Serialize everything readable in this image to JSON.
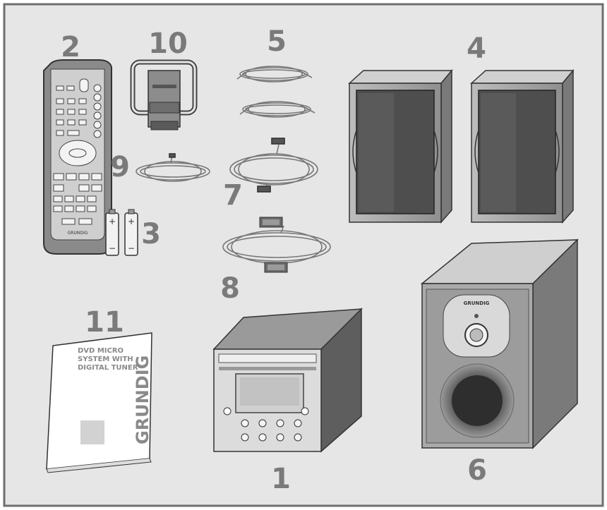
{
  "labels": {
    "n1": "1",
    "n2": "2",
    "n3": "3",
    "n4": "4",
    "n5": "5",
    "n6": "6",
    "n7": "7",
    "n8": "8",
    "n9": "9",
    "n10": "10",
    "n11": "11"
  },
  "manual": {
    "title_line1": "DVD MICRO",
    "title_line2": "SYSTEM WITH",
    "title_line3": "DIGITAL TUNER",
    "brand": "GRUNDIG"
  },
  "remote": {
    "brand": "GRUNDIG"
  },
  "subwoofer": {
    "brand": "GRUNDIG"
  },
  "battery": {
    "plus": "+",
    "minus": "−"
  },
  "colors": {
    "frame": "#6e6e6e",
    "panel": "#e6e6e6",
    "dark": "#4a4a4a",
    "mid": "#9a9a9a",
    "label": "#7a7a7a"
  }
}
